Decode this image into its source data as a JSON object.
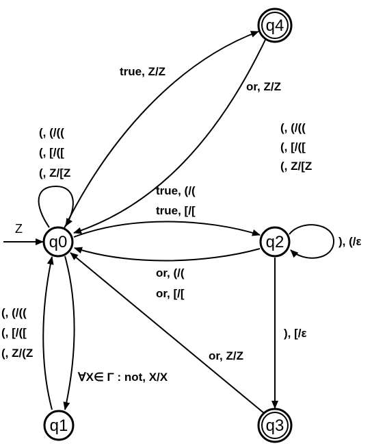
{
  "states": {
    "q0": "q0",
    "q1": "q1",
    "q2": "q2",
    "q3": "q3",
    "q4": "q4"
  },
  "start_label": "Z",
  "transitions": {
    "q0_loop": [
      "(, (/((",
      "(, [/([",
      "(, Z/[Z"
    ],
    "q0_to_q4": [
      "true, Z/Z"
    ],
    "q4_to_q0": [
      "or, Z/Z"
    ],
    "q2_text_block": [
      "(, (/((",
      "(, [/([",
      "(, Z/[Z"
    ],
    "q0_to_q2": [
      "true, (/(",
      "true, [/["
    ],
    "q2_loop": [
      "), (/ε"
    ],
    "q2_to_q0": [
      "or, (/(",
      "or, [/["
    ],
    "q1_to_q0": [
      "(, (/((",
      "(, [/([",
      "(, Z/(Z"
    ],
    "q0_to_q1": [
      "∀X∈ Γ : not, X/X"
    ],
    "q2_to_q3": [
      "), [/ε"
    ],
    "q3_to_q0": [
      "or, Z/Z"
    ]
  }
}
